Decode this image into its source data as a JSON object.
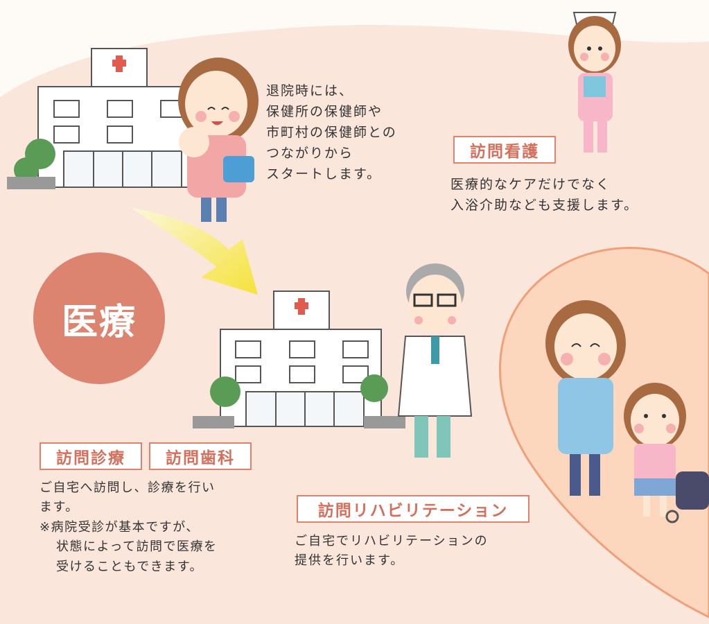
{
  "hospital_discharge": {
    "lines": [
      "退院時には、",
      "保健所の保健師や",
      "市町村の保健師との",
      "つながりから",
      "スタートします。"
    ]
  },
  "visiting_nursing": {
    "label": "訪問看護",
    "lines": [
      "医療的なケアだけでなく",
      "入浴介助なども支援します。"
    ]
  },
  "medical": {
    "circle_label": "医療"
  },
  "home_care": {
    "label_clinic": "訪問診療",
    "label_dental": "訪問歯科",
    "line1": "ご自宅へ訪問し、診療を行い",
    "line2": "ます。",
    "note1": "※病院受診が基本ですが、",
    "note2": "状態によって訪問で医療を",
    "note3": "受けることもできます。"
  },
  "rehab": {
    "label": "訪問リハビリテーション",
    "lines": [
      "ご自宅でリハビリテーションの",
      "提供を行います。"
    ]
  },
  "colors": {
    "background_blob": "#fbe6dc",
    "accent": "#dd8470",
    "heart": "#fbd3b8",
    "heart_border": "#f0a078",
    "arrow": "#f5e640"
  }
}
